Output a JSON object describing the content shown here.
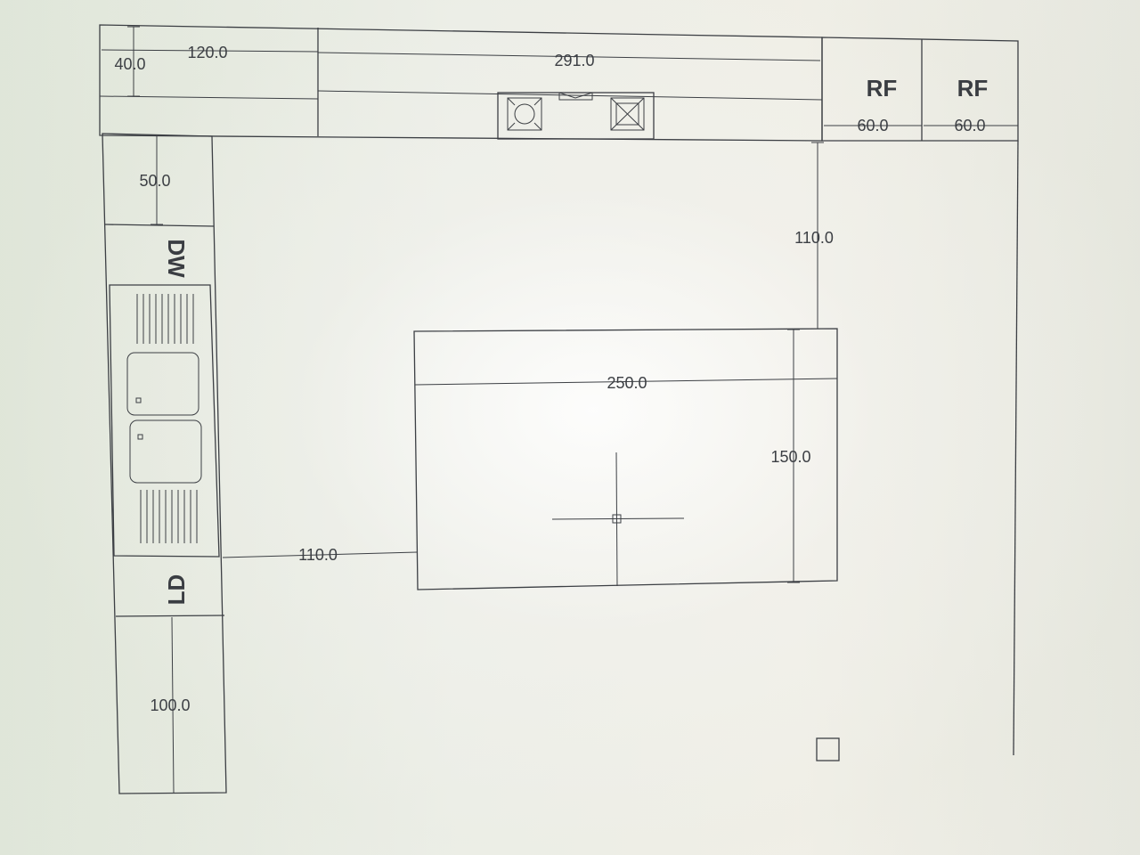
{
  "dimensions": {
    "corner_depth": "40.0",
    "top_left_width": "120.0",
    "top_run_width": "291.0",
    "fridge_left_width": "60.0",
    "fridge_right_width": "60.0",
    "left_upper_depth": "50.0",
    "fridge_to_island": "110.0",
    "island_width": "250.0",
    "island_depth": "150.0",
    "wall_to_island": "110.0",
    "left_lower_length": "100.0"
  },
  "labels": {
    "fridge_left": "RF",
    "fridge_right": "RF",
    "dishwasher": "DW",
    "lower_cabinet": "LD"
  },
  "colors": {
    "line": "#3c3f44",
    "background": "#eef0ea"
  }
}
